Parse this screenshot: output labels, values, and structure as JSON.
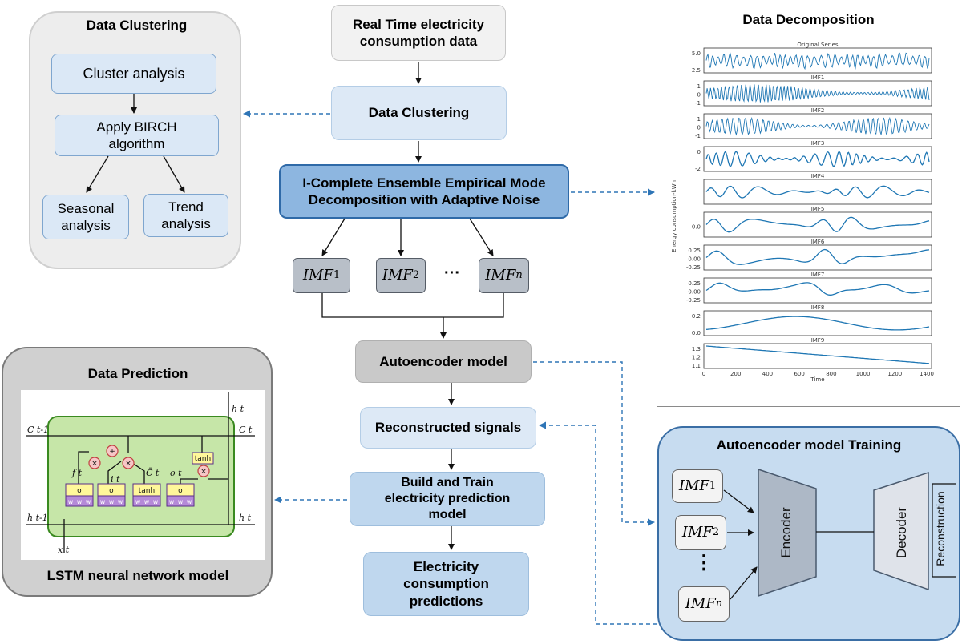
{
  "clustering_panel": {
    "title": "Data Clustering",
    "cluster_analysis": "Cluster analysis",
    "birch_line1": "Apply BIRCH",
    "birch_line2": "algorithm",
    "seasonal_line1": "Seasonal",
    "seasonal_line2": "analysis",
    "trend_line1": "Trend",
    "trend_line2": "analysis"
  },
  "flow": {
    "realtime_line1": "Real Time electricity",
    "realtime_line2": "consumption data",
    "clustering": "Data Clustering",
    "ceemdan_line1": "I-Complete Ensemble Empirical Mode",
    "ceemdan_line2": "Decomposition with Adaptive Noise",
    "imf_base": "IMF",
    "imf_sub_1": "1",
    "imf_sub_2": "2",
    "imf_sub_n": "n",
    "ellipsis": "···",
    "autoencoder": "Autoencoder model",
    "reconstructed": "Reconstructed signals",
    "build_line1": "Build and Train",
    "build_line2": "electricity prediction",
    "build_line3": "model",
    "pred_line1": "Electricity",
    "pred_line2": "consumption",
    "pred_line3": "predictions"
  },
  "decomposition_panel": {
    "title": "Data Decomposition",
    "subplot_titles": [
      "Original Series",
      "IMF1",
      "IMF2",
      "IMF3",
      "IMF4",
      "IMF5",
      "IMF6",
      "IMF7",
      "IMF8",
      "IMF9"
    ],
    "y_ticks": [
      [
        "5.0",
        "2.5"
      ],
      [
        "1",
        "0",
        "-1"
      ],
      [
        "1",
        "0",
        "-1"
      ],
      [
        "0",
        "-2"
      ],
      [
        "",
        ""
      ],
      [
        "0.0"
      ],
      [
        "0.25",
        "0.00",
        "-0.25"
      ],
      [
        "0.25",
        "0.00",
        "-0.25"
      ],
      [
        "0.2",
        "0.0"
      ],
      [
        "1.3",
        "1.2",
        "1.1"
      ]
    ],
    "x_ticks": [
      "0",
      "200",
      "400",
      "600",
      "800",
      "1000",
      "1200",
      "1400"
    ],
    "x_label": "Time",
    "y_label": "Energy consumption-kWh",
    "line_color": "#1f77b4"
  },
  "prediction_panel": {
    "title": "Data Prediction",
    "subtitle": "LSTM neural network model",
    "labels": {
      "c_prev": "C t-1",
      "c_t": "C t",
      "h_prev": "h t-1",
      "h_t": "h t",
      "h_top": "h t",
      "x_t": "x t",
      "f_t": "f t",
      "i_t": "i t",
      "c_bar": "C̄ t",
      "o_t": "o t",
      "sigma": "σ",
      "tanh": "tanh",
      "w": "w",
      "mult": "×",
      "plus": "+"
    }
  },
  "training_panel": {
    "title": "Autoencoder model Training",
    "encoder": "Encoder",
    "decoder": "Decoder",
    "reconstruction": "Reconstruction",
    "ellipsis": "⋮"
  }
}
